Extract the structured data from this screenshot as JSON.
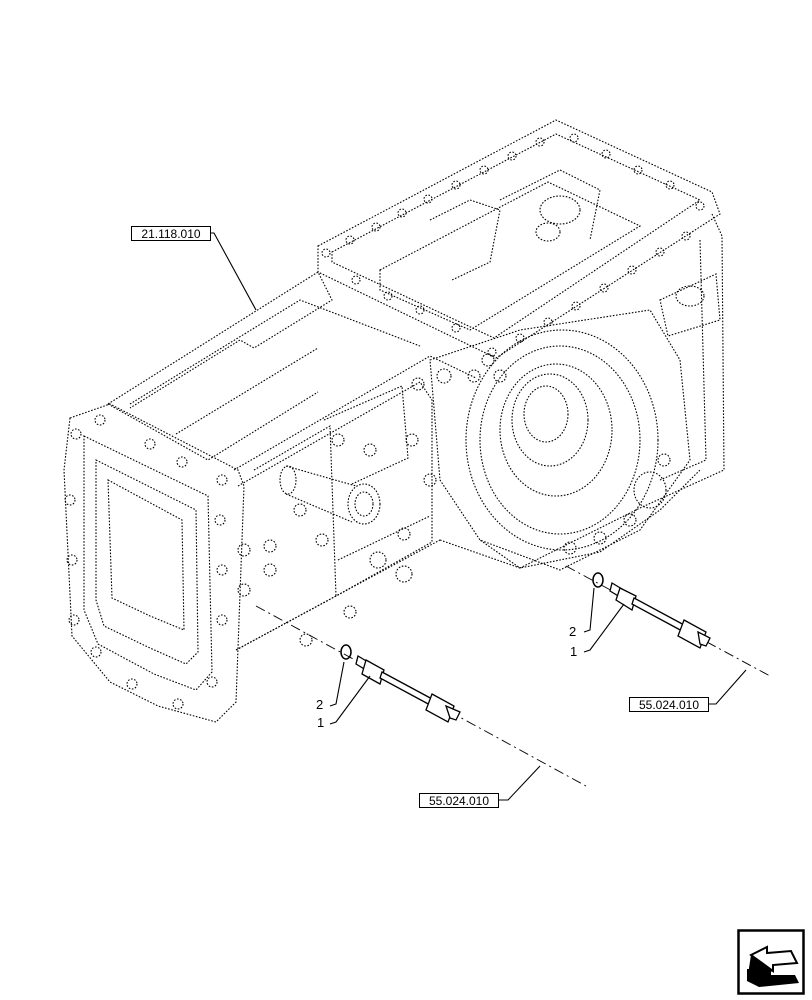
{
  "references": {
    "housing_ref": "21.118.010",
    "sensor_ref_right": "55.024.010",
    "sensor_ref_bottom": "55.024.010"
  },
  "callouts": {
    "right_item_2": "2",
    "right_item_1": "1",
    "left_item_2": "2",
    "left_item_1": "1"
  },
  "icons": {
    "navigation": "return-arrow-icon"
  }
}
